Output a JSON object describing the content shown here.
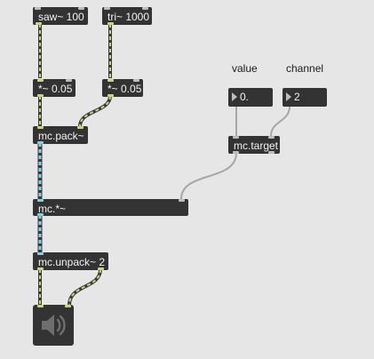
{
  "objects": {
    "saw": "saw~ 100",
    "tri": "tri~ 1000",
    "mul1": "*~ 0.05",
    "mul2": "*~ 0.05",
    "pack": "mc.pack~",
    "target": "mc.target",
    "mult": "mc.*~",
    "unpack": "mc.unpack~ 2"
  },
  "labels": {
    "value": "value",
    "channel": "channel"
  },
  "number_boxes": {
    "value": "0.",
    "channel": "2"
  },
  "icons": {
    "dac": "speaker-icon"
  },
  "colors": {
    "canvas": "#e6e6e6",
    "object_bg": "#333333",
    "object_text": "#f2f2f2",
    "signal_cord": "#c9d67a",
    "mc_cord": "#7fd3e6",
    "control_cord": "#a6a6a6"
  }
}
